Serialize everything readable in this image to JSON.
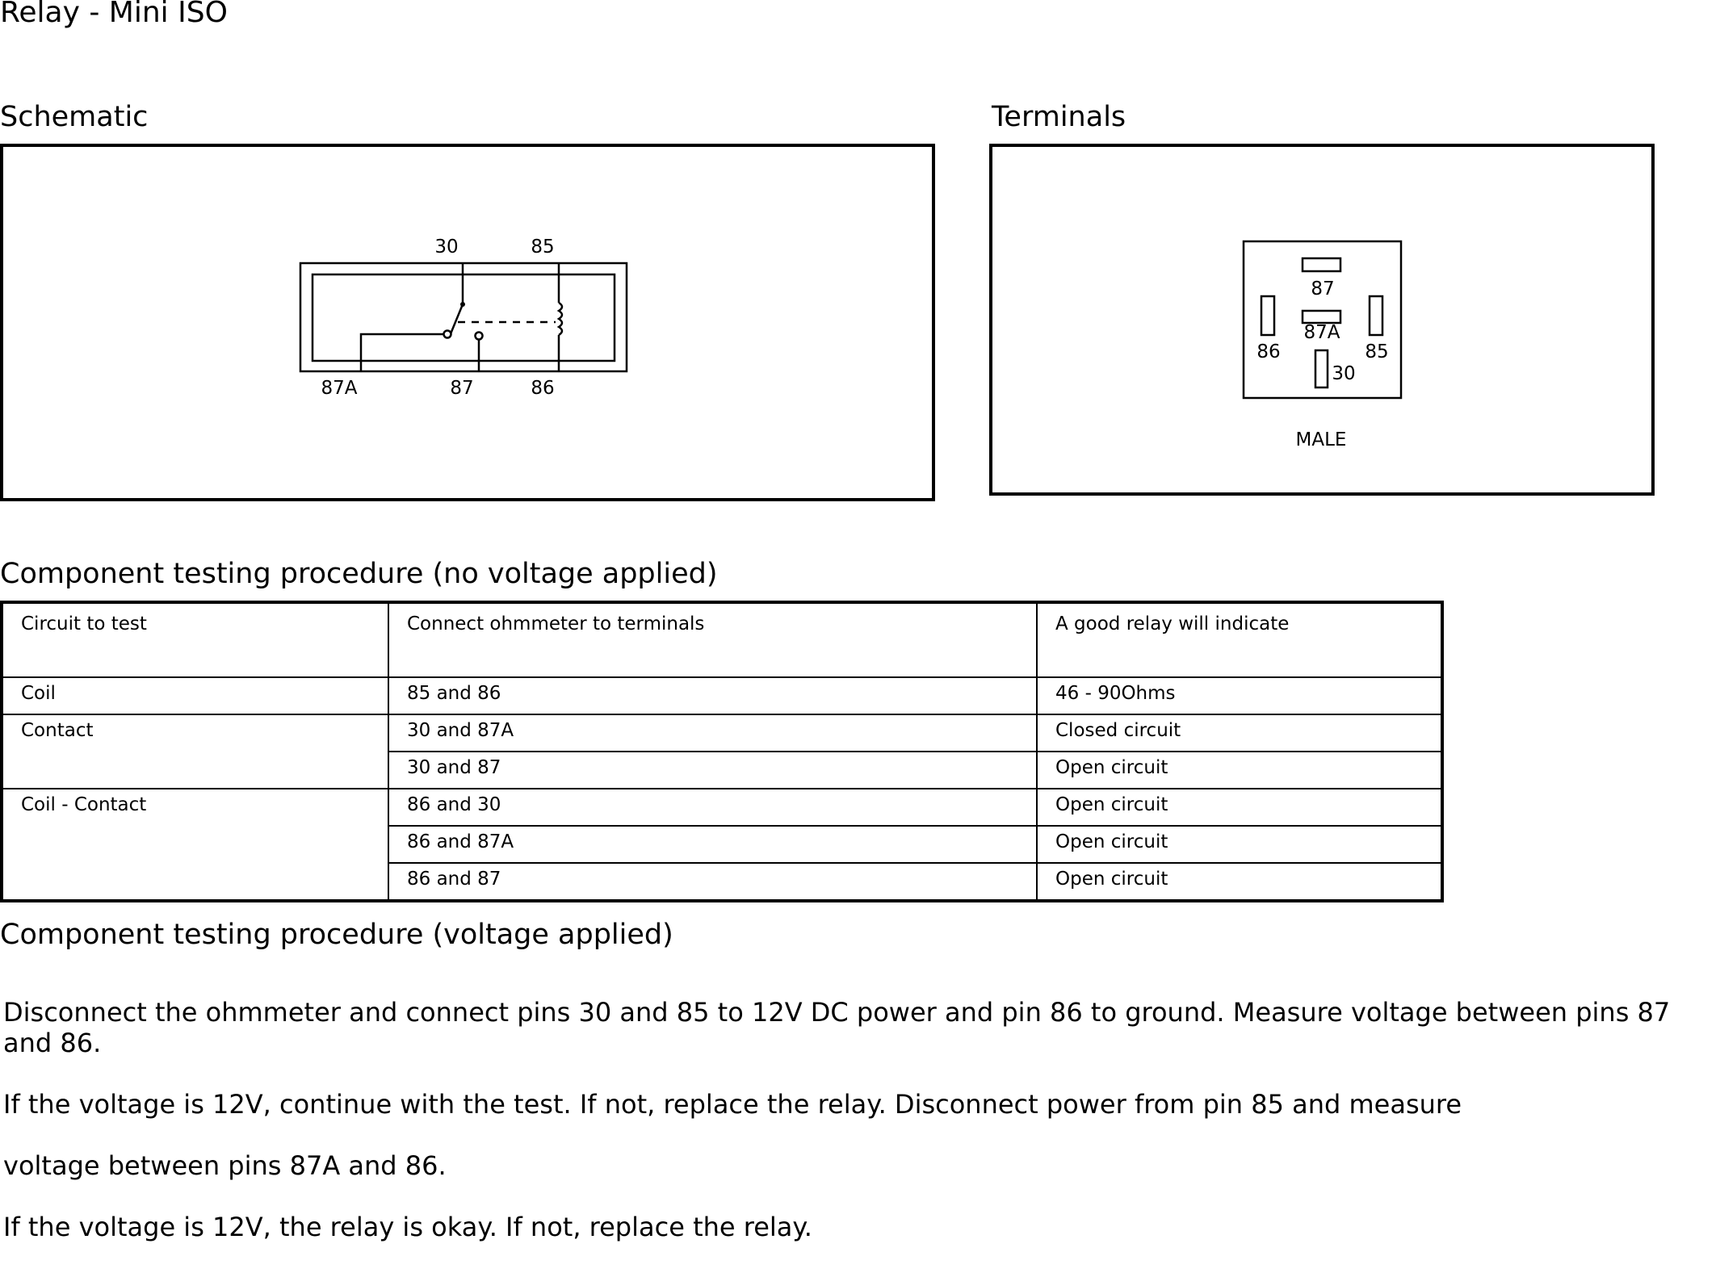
{
  "title": "Relay - Mini ISO",
  "schematic": {
    "heading": "Schematic",
    "labels": {
      "t30": "30",
      "t85": "85",
      "t87a": "87A",
      "t87": "87",
      "t86": "86"
    }
  },
  "terminals": {
    "heading": "Terminals",
    "labels": {
      "t87": "87",
      "t87a": "87A",
      "t86": "86",
      "t85": "85",
      "t30": "30"
    },
    "caption": "MALE"
  },
  "test_no_voltage": {
    "heading": "Component testing procedure (no voltage applied)",
    "columns": [
      "Circuit to test",
      "Connect ohmmeter to terminals",
      "A good relay will indicate"
    ],
    "rows": [
      {
        "circuit": "Coil",
        "terminals": "85 and 86",
        "result": "46 - 90Ohms"
      },
      {
        "circuit": "Contact",
        "terminals": "30 and 87A",
        "result": "Closed circuit"
      },
      {
        "circuit": "",
        "terminals": "30 and 87",
        "result": "Open circuit"
      },
      {
        "circuit": "Coil - Contact",
        "terminals": "86 and 30",
        "result": "Open circuit"
      },
      {
        "circuit": "",
        "terminals": "86 and 87A",
        "result": "Open circuit"
      },
      {
        "circuit": "",
        "terminals": "86 and 87",
        "result": "Open circuit"
      }
    ]
  },
  "test_voltage": {
    "heading": "Component testing procedure (voltage applied)",
    "lines": [
      "Disconnect the ohmmeter and connect pins 30 and 85 to 12V DC power and pin 86 to ground. Measure voltage between pins 87 and 86.",
      "If the voltage is 12V, continue with the test. If not, replace the relay. Disconnect power from pin 85 and measure",
      "voltage between pins 87A and 86.",
      "If the voltage is 12V, the relay is okay. If not, replace the relay."
    ]
  }
}
